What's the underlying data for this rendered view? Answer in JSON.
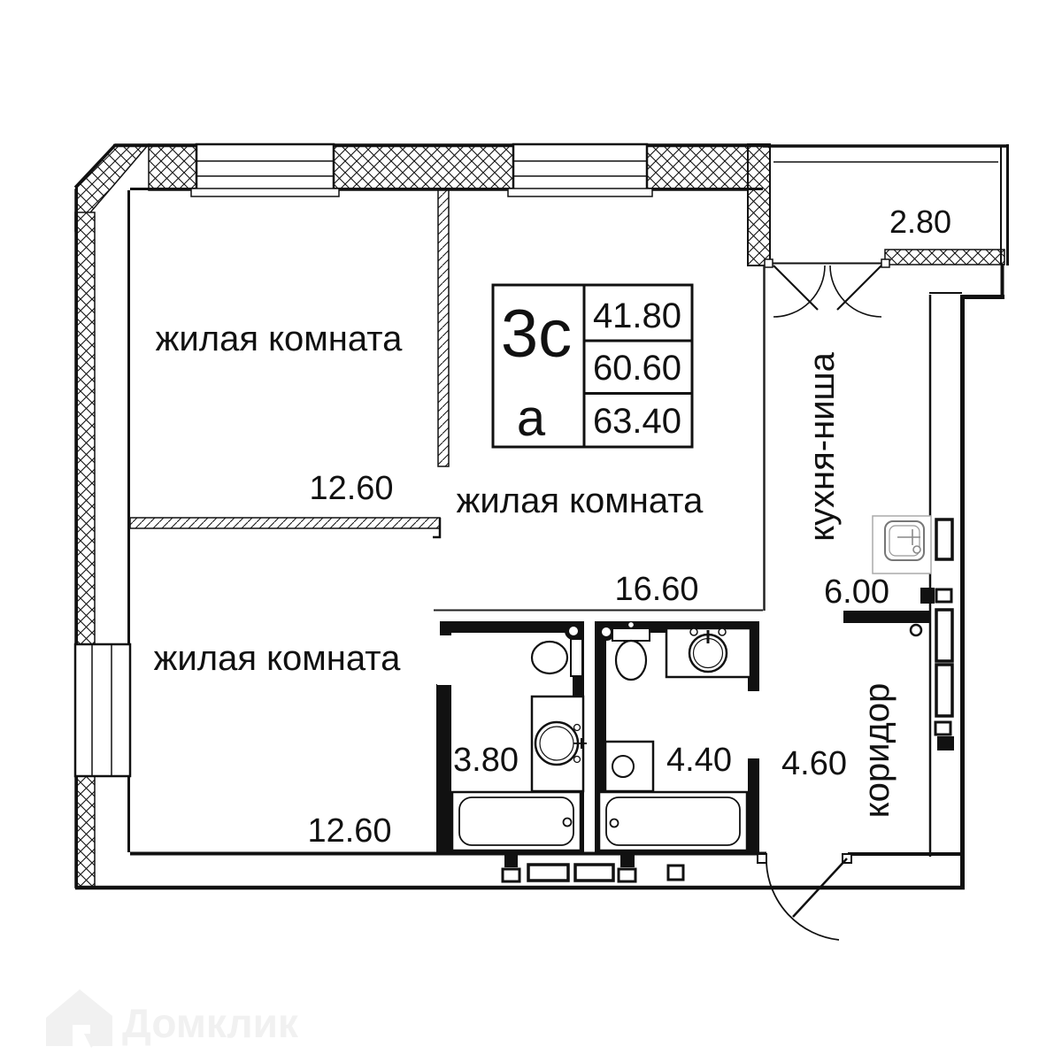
{
  "plan": {
    "rooms": {
      "room_top_left": {
        "label": "жилая комната",
        "area": "12.60"
      },
      "room_center": {
        "label": "жилая комната",
        "area": "16.60"
      },
      "room_bottom_left": {
        "label": "жилая комната",
        "area": "12.60"
      },
      "kitchen_niche": {
        "label": "кухня-ниша",
        "area": "6.00"
      },
      "corridor": {
        "label": "коридор",
        "area": "4.60"
      },
      "bathroom_small": {
        "area": "3.80"
      },
      "bathroom_large": {
        "area": "4.40"
      },
      "balcony": {
        "area": "2.80"
      }
    },
    "title_block": {
      "type_code": "3с",
      "variant_letter": "а",
      "row1": "41.80",
      "row2": "60.60",
      "row3": "63.40"
    },
    "fixtures": {
      "bathroom_small": [
        "toilet",
        "washbasin",
        "bathtub"
      ],
      "bathroom_large": [
        "toilet",
        "washbasin",
        "washing-machine",
        "bathtub"
      ],
      "kitchen_niche": [
        "kitchen-sink"
      ]
    },
    "watermark": {
      "brand": "Домклик"
    },
    "colors": {
      "line": "#111111",
      "watermark": "#f1f1f1"
    }
  }
}
